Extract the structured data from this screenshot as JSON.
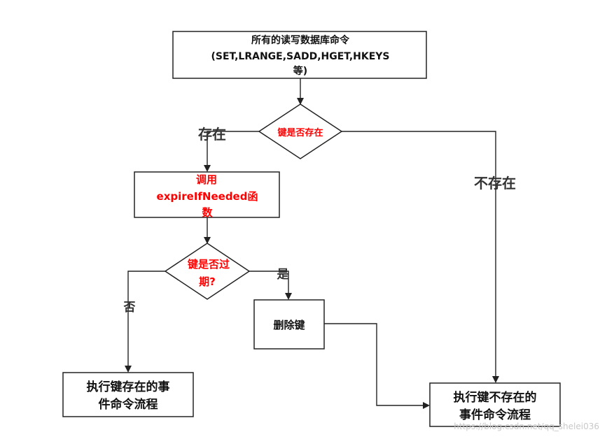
{
  "nodes": {
    "start": {
      "line1": "所有的读写数据库命令",
      "line2": "(SET,LRANGE,SADD,HGET,HKEYS",
      "line3": "等)"
    },
    "exists_check": {
      "label": "键是否存在"
    },
    "call_expire": {
      "line1": "调用",
      "line2": "expireIfNeeded函",
      "line3": "数"
    },
    "expired_check": {
      "line1": "键是否过",
      "line2": "期?"
    },
    "delete_key": {
      "label": "删除键"
    },
    "exist_flow": {
      "line1": "执行键存在的事",
      "line2": "件命令流程"
    },
    "not_exist_flow": {
      "line1": "执行键不存在的",
      "line2": "事件命令流程"
    }
  },
  "edges": {
    "exists_yes": "存在",
    "exists_no": "不存在",
    "expired_yes": "是",
    "expired_no": "否"
  },
  "watermark": "https://blog.csdn.net/qq_shelei036",
  "colors": {
    "stroke": "#222222",
    "highlight_text": "#ff0000",
    "text": "#111111"
  }
}
